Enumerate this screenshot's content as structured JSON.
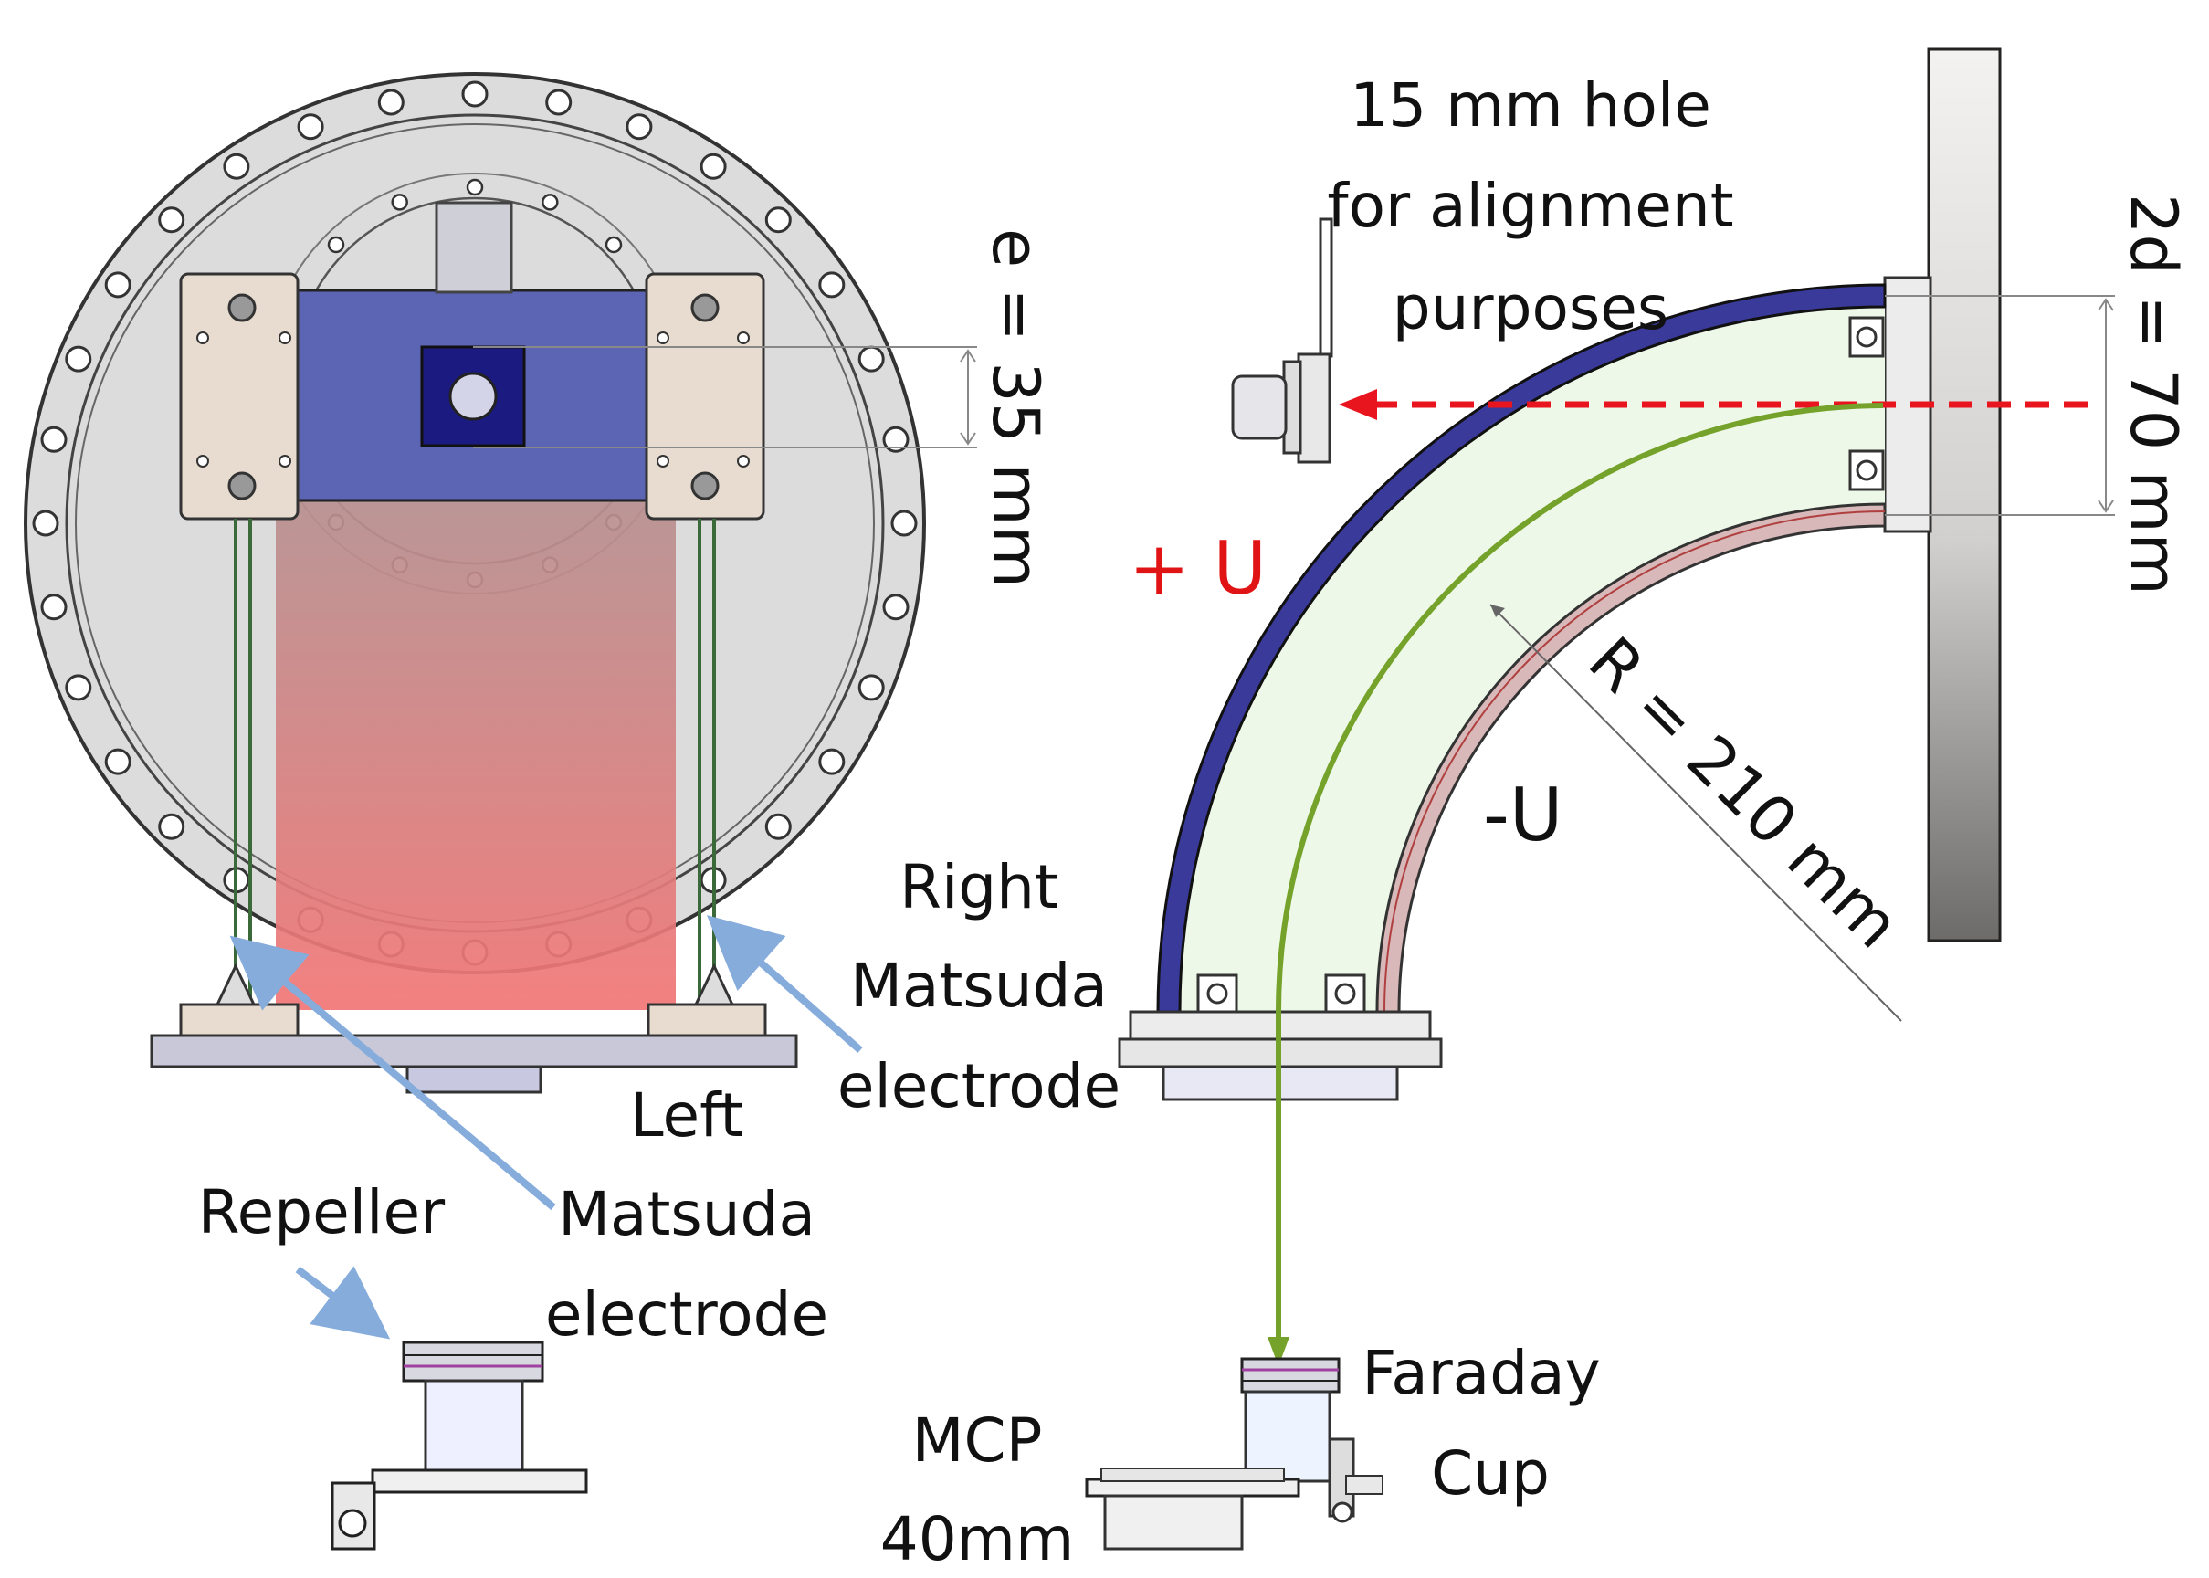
{
  "labels": {
    "hole": [
      "15 mm hole",
      "for alignment",
      "purposes"
    ],
    "e_dim": "e = 35 mm",
    "d_dim": "2d = 70 mm",
    "r_dim": "R = 210 mm",
    "plus_u": "+ U",
    "minus_u": "-U",
    "right_matsuda": [
      "Right",
      "Matsuda",
      "electrode"
    ],
    "left_matsuda": [
      "Left",
      "Matsuda",
      "electrode"
    ],
    "repeller": "Repeller",
    "faraday": [
      "Faraday",
      "Cup"
    ],
    "mcp": [
      "MCP",
      "40mm"
    ]
  },
  "colors": {
    "beam_green": "#74a22a",
    "beam_red": "#e8141e",
    "electrode_blue": "#5c64b4",
    "pointer_blue": "#86acdc",
    "flange_grey": "#d8d8d8"
  }
}
